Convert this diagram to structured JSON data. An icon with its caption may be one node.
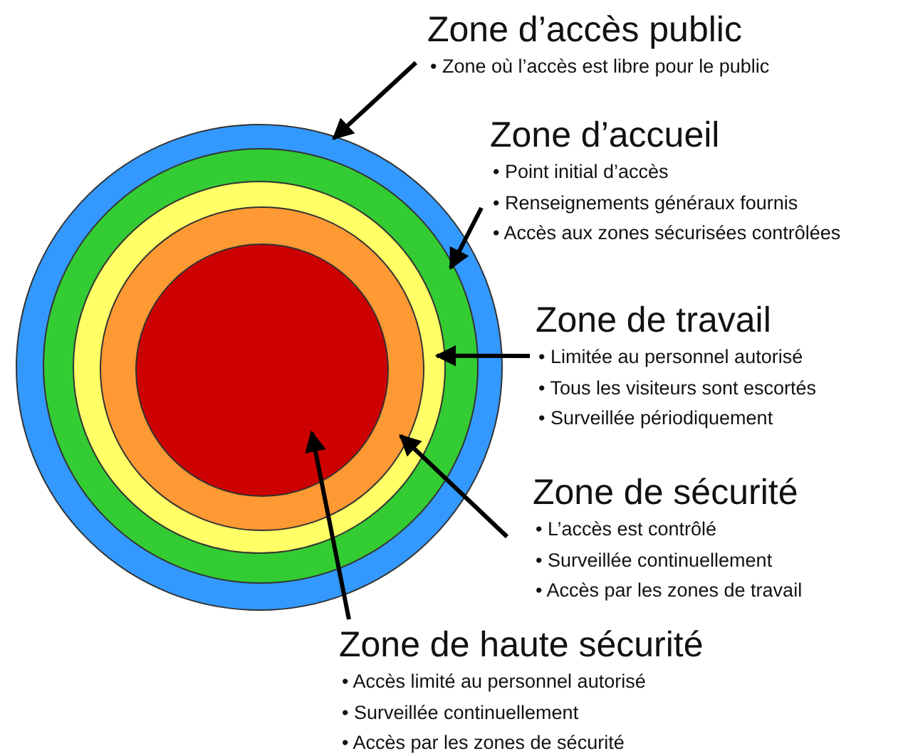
{
  "diagram": {
    "nodes": [
      {
        "text": [
          "Zone d’accès public",
          "• Zone où l’accès est libre pour le public"
        ]
      },
      {
        "text": [],
        "shape": "circle"
      },
      {
        "text": [],
        "shape": "circle",
        "in": 1
      },
      {
        "text": [],
        "shape": "circle",
        "in": 2
      },
      {
        "text": [],
        "shape": "circle",
        "in": 3
      },
      {
        "text": [],
        "shape": "circle",
        "in": 4
      },
      {
        "text": [
          "Zone d’accueil",
          "• Point initial d’accès",
          "• Renseignements généraux fournis",
          "• Accès aux zones sécurisées contrôlées"
        ]
      },
      {
        "text": [
          "Zone de travail",
          "• Limitée au personnel autorisé",
          "• Tous les visiteurs sont escortés",
          "• Surveillée périodiquement"
        ]
      },
      {
        "text": [
          "Zone de sécurité",
          "• L’accès est contrôlé",
          "• Surveillée continuellement",
          "• Accès par les zones de travail"
        ]
      },
      {
        "text": [
          "Zone de haute sécurité",
          "• Accès limité au personnel autorisé",
          "• Surveillée continuellement",
          "• Accès par les zones de sécurité"
        ]
      }
    ],
    "edges": [
      {
        "from": 0,
        "to": 1,
        "arrow": "to"
      },
      {
        "from": 6,
        "to": 2,
        "arrow": "to"
      },
      {
        "from": 7,
        "to": 3,
        "arrow": "to"
      },
      {
        "from": 8,
        "to": 4,
        "arrow": "to"
      },
      {
        "from": 9,
        "to": 5,
        "arrow": "to"
      }
    ]
  }
}
